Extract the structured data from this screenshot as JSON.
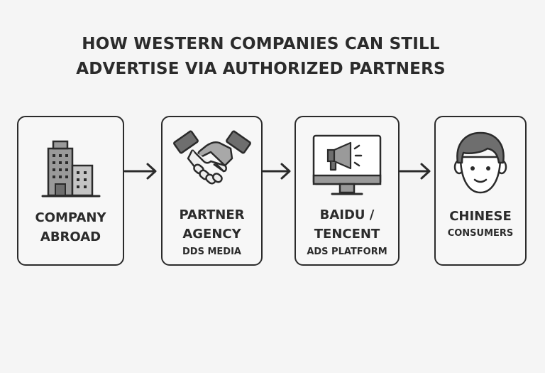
{
  "title": {
    "line1": "HOW WESTERN COMPANIES CAN STILL",
    "line2": "ADVERTISE VIA AUTHORIZED PARTNERS"
  },
  "steps": [
    {
      "icon": "office-building-icon",
      "lines": [
        "COMPANY",
        "ABROAD"
      ]
    },
    {
      "icon": "handshake-icon",
      "lines": [
        "PARTNER",
        "AGENCY"
      ],
      "sub": "DDS MEDIA"
    },
    {
      "icon": "monitor-megaphone-icon",
      "lines": [
        "BAIDU /",
        "TENCENT"
      ],
      "sub": "ADS PLATFORM"
    },
    {
      "icon": "person-face-icon",
      "lines": [
        "CHINESE"
      ],
      "sub": "CONSUMERS"
    }
  ],
  "colors": {
    "stroke": "#2b2b2b",
    "icon_fill": "#9a9a9a",
    "icon_dark": "#6e6e6e",
    "background": "#f5f5f5"
  }
}
